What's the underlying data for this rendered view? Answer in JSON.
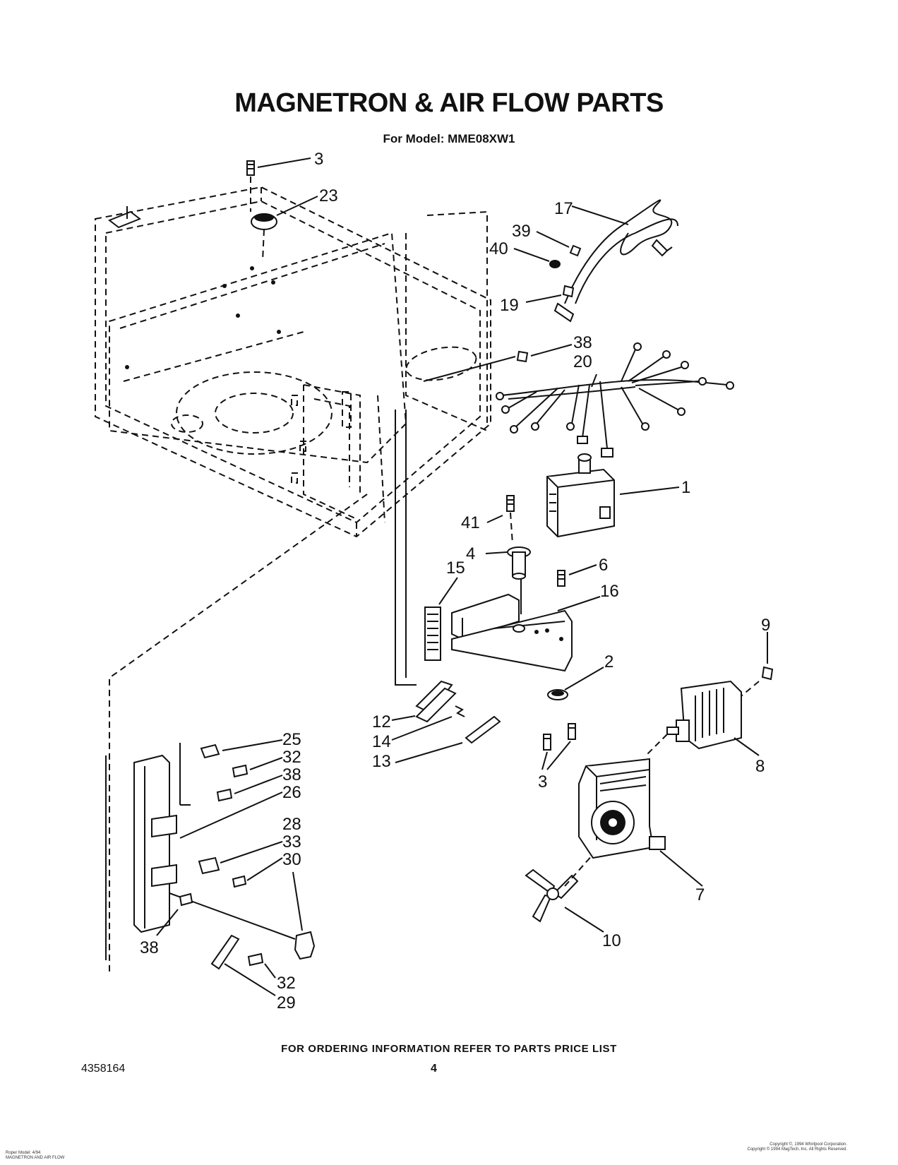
{
  "header": {
    "title": "MAGNETRON & AIR FLOW PARTS",
    "model": "For Model: MME08XW1"
  },
  "callouts": [
    {
      "id": "c3a",
      "text": "3"
    },
    {
      "id": "c23",
      "text": "23"
    },
    {
      "id": "c17",
      "text": "17"
    },
    {
      "id": "c39",
      "text": "39"
    },
    {
      "id": "c40",
      "text": "40"
    },
    {
      "id": "c19",
      "text": "19"
    },
    {
      "id": "c38a",
      "text": "38"
    },
    {
      "id": "c20",
      "text": "20"
    },
    {
      "id": "c1",
      "text": "1"
    },
    {
      "id": "c41",
      "text": "41"
    },
    {
      "id": "c4",
      "text": "4"
    },
    {
      "id": "c6",
      "text": "6"
    },
    {
      "id": "c15",
      "text": "15"
    },
    {
      "id": "c16",
      "text": "16"
    },
    {
      "id": "c9",
      "text": "9"
    },
    {
      "id": "c2",
      "text": "2"
    },
    {
      "id": "c12",
      "text": "12"
    },
    {
      "id": "c14",
      "text": "14"
    },
    {
      "id": "c13",
      "text": "13"
    },
    {
      "id": "c3b",
      "text": "3"
    },
    {
      "id": "c8",
      "text": "8"
    },
    {
      "id": "c25",
      "text": "25"
    },
    {
      "id": "c32a",
      "text": "32"
    },
    {
      "id": "c38b",
      "text": "38"
    },
    {
      "id": "c26",
      "text": "26"
    },
    {
      "id": "c28",
      "text": "28"
    },
    {
      "id": "c33",
      "text": "33"
    },
    {
      "id": "c30",
      "text": "30"
    },
    {
      "id": "c7",
      "text": "7"
    },
    {
      "id": "c10",
      "text": "10"
    },
    {
      "id": "c38c",
      "text": "38"
    },
    {
      "id": "c32b",
      "text": "32"
    },
    {
      "id": "c29",
      "text": "29"
    }
  ],
  "footer": {
    "ordering_note": "FOR ORDERING INFORMATION REFER TO PARTS PRICE LIST",
    "doc_number": "4358164",
    "page_number": "4",
    "fine_left_1": "Roper Model: 4/94",
    "fine_left_2": "MAGNETRON AND AIR FLOW",
    "fine_right_1": "Copyright ©, 1994 Whirlpool Corporation.",
    "fine_right_2": "Copyright © 1994 MagTech, Inc. All Rights Reserved."
  }
}
